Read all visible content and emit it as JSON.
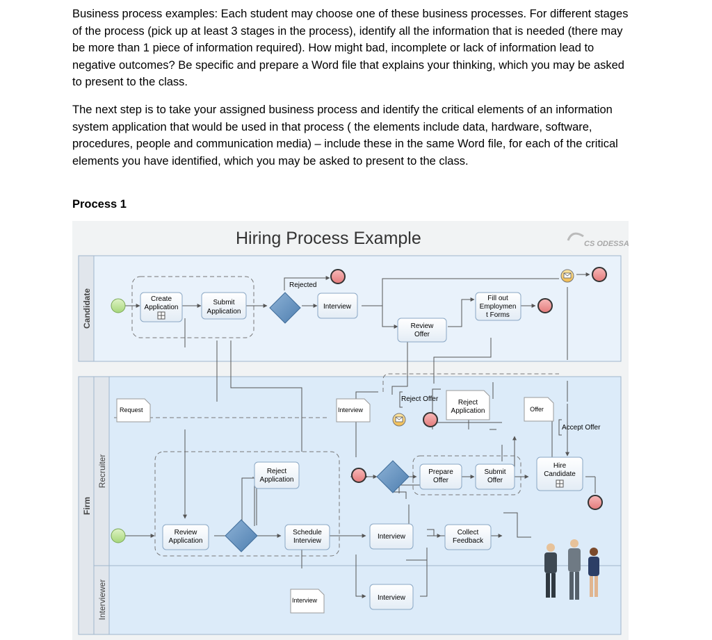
{
  "paragraphs": [
    "Business process examples: Each student may choose one of these business processes. For different stages of the process (pick up at least 3 stages in the process), identify all the information that is needed (there may be more than 1 piece of information required). How might bad, incomplete or lack of information lead to negative outcomes? Be specific and prepare a Word file that explains your thinking, which you may be asked to present to the class.",
    "The next step is to take your assigned business process and identify the critical elements of an information system application that would be used in that process ( the elements include data, hardware, software, procedures, people and communication media) – include these in the same Word file, for each of the critical elements you have identified, which you may be asked to present to the class."
  ],
  "process_heading": "Process 1",
  "diagram": {
    "title": "Hiring Process Example",
    "logo": "CS ODESSA",
    "lanes": {
      "candidate": "Candidate",
      "firm": "Firm",
      "recruiter": "Recruiter",
      "interviewer": "Interviewer"
    },
    "tasks": {
      "create_application": [
        "Create",
        "Application"
      ],
      "submit_application": [
        "Submit",
        "Application"
      ],
      "interview_candidate": [
        "Interview"
      ],
      "fill_out_forms": [
        "Fill out",
        "Employmen",
        "t Forms"
      ],
      "review_offer": [
        "Review",
        "Offer"
      ],
      "reject_application_recruiter": [
        "Reject",
        "Application"
      ],
      "review_application": [
        "Review",
        "Application"
      ],
      "schedule_interview": [
        "Schedule",
        "Interview"
      ],
      "interview_recruiter": [
        "Interview"
      ],
      "prepare_offer": [
        "Prepare",
        "Offer"
      ],
      "submit_offer": [
        "Submit",
        "Offer"
      ],
      "collect_feedback": [
        "Collect",
        "Feedback"
      ],
      "hire_candidate": [
        "Hire",
        "Candidate"
      ],
      "interview_interviewer": [
        "Interview"
      ]
    },
    "labels": {
      "rejected": "Rejected",
      "request": "Request",
      "interview_doc": "Interview",
      "reject_offer": "Reject Offer",
      "reject_application_doc": [
        "Reject",
        "Application"
      ],
      "offer": "Offer",
      "accept_offer": "Accept Offer",
      "interview_doc_bottom": "Interview"
    }
  }
}
